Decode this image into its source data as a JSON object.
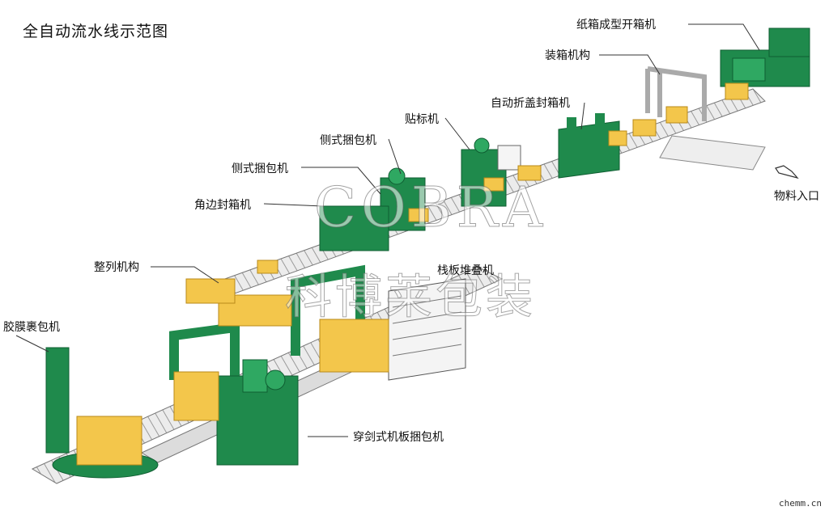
{
  "title": "全自动流水线示范图",
  "labels": {
    "carton_erector": "纸箱成型开箱机",
    "case_packer": "装箱机构",
    "auto_flap_sealer": "自动折盖封箱机",
    "labeler": "贴标机",
    "side_strapper_1": "侧式捆包机",
    "side_strapper_2": "侧式捆包机",
    "corner_sealer": "角边封箱机",
    "aligner": "整列机构",
    "pallet_stacker": "栈板堆叠机",
    "stretch_wrapper": "胶膜裹包机",
    "pallet_strapper": "穿剑式机板捆包机",
    "material_inlet": "物料入口"
  },
  "watermark": {
    "latin": "COBRA",
    "cjk": "科博莱包装"
  },
  "source": "chemm.cn",
  "colors": {
    "machine_green": "#1f8a4c",
    "machine_dark": "#0f5e32",
    "conveyor": "#e8e8e8",
    "box": "#f3c64b",
    "box_edge": "#b88a1a"
  }
}
